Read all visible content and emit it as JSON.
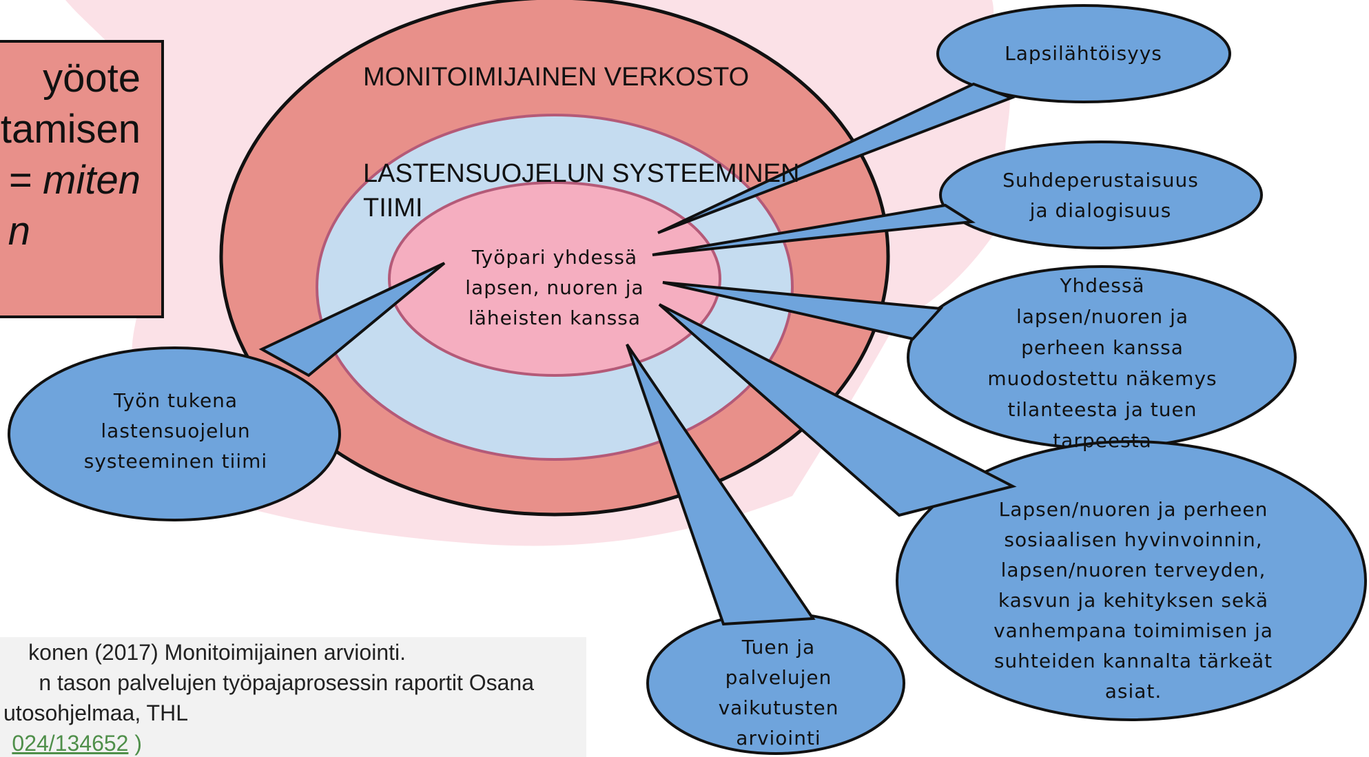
{
  "left_box": {
    "line1": "yöote",
    "line2": "tamisen",
    "line3": "= miten",
    "line4": "n"
  },
  "rings": {
    "outer": "MONITOIMIJAINEN  VERKOSTO",
    "middle_line1": "LASTENSUOJELUN SYSTEEMINEN",
    "middle_line2": "TIIMI",
    "inner_line1": "Työpari  yhdessä",
    "inner_line2": "lapsen,  nuoren  ja",
    "inner_line3": "läheisten  kanssa"
  },
  "bubbles": {
    "lapsilahtoisyys": "Lapsilähtöisyys",
    "suhde_line1": "Suhdeperustaisuus",
    "suhde_line2": "ja dialogisuus",
    "nakemys_lines": [
      "Yhdessä",
      "lapsen/nuoren ja",
      "perheen  kanssa",
      "muodostettu  näkemys",
      "tilanteesta   ja tuen",
      "tarpeesta"
    ],
    "asiat_lines": [
      "Lapsen/nuoren  ja perheen",
      "sosiaalisen  hyvinvoinnin,",
      "lapsen/nuoren  terveyden,",
      "kasvun ja kehityksen  sekä",
      "vanhempana  toimimisen ja",
      "suhteiden  kannalta  tärkeät",
      "asiat."
    ],
    "arviointi_lines": [
      "Tuen  ja",
      "palvelujen",
      "vaikutusten",
      "arviointi"
    ],
    "tiimi_lines": [
      "Työn  tukena",
      "lastensuojelun",
      "systeeminen  tiimi"
    ]
  },
  "reference": {
    "line1": "konen (2017) Monitoimijainen arviointi.",
    "line2": "n tason palvelujen työpajaprosessin raportit Osana",
    "line3": "utosohjelmaa, THL",
    "link": "024/134652",
    "link_suffix": " )"
  },
  "colors": {
    "outer_ring": "#e8908a",
    "middle_ring": "#c5dcf0",
    "inner_ring": "#f5aec0",
    "bubble": "#6fa4dc",
    "pink_background": "#fbe1e7",
    "left_box": "#e8908a"
  }
}
